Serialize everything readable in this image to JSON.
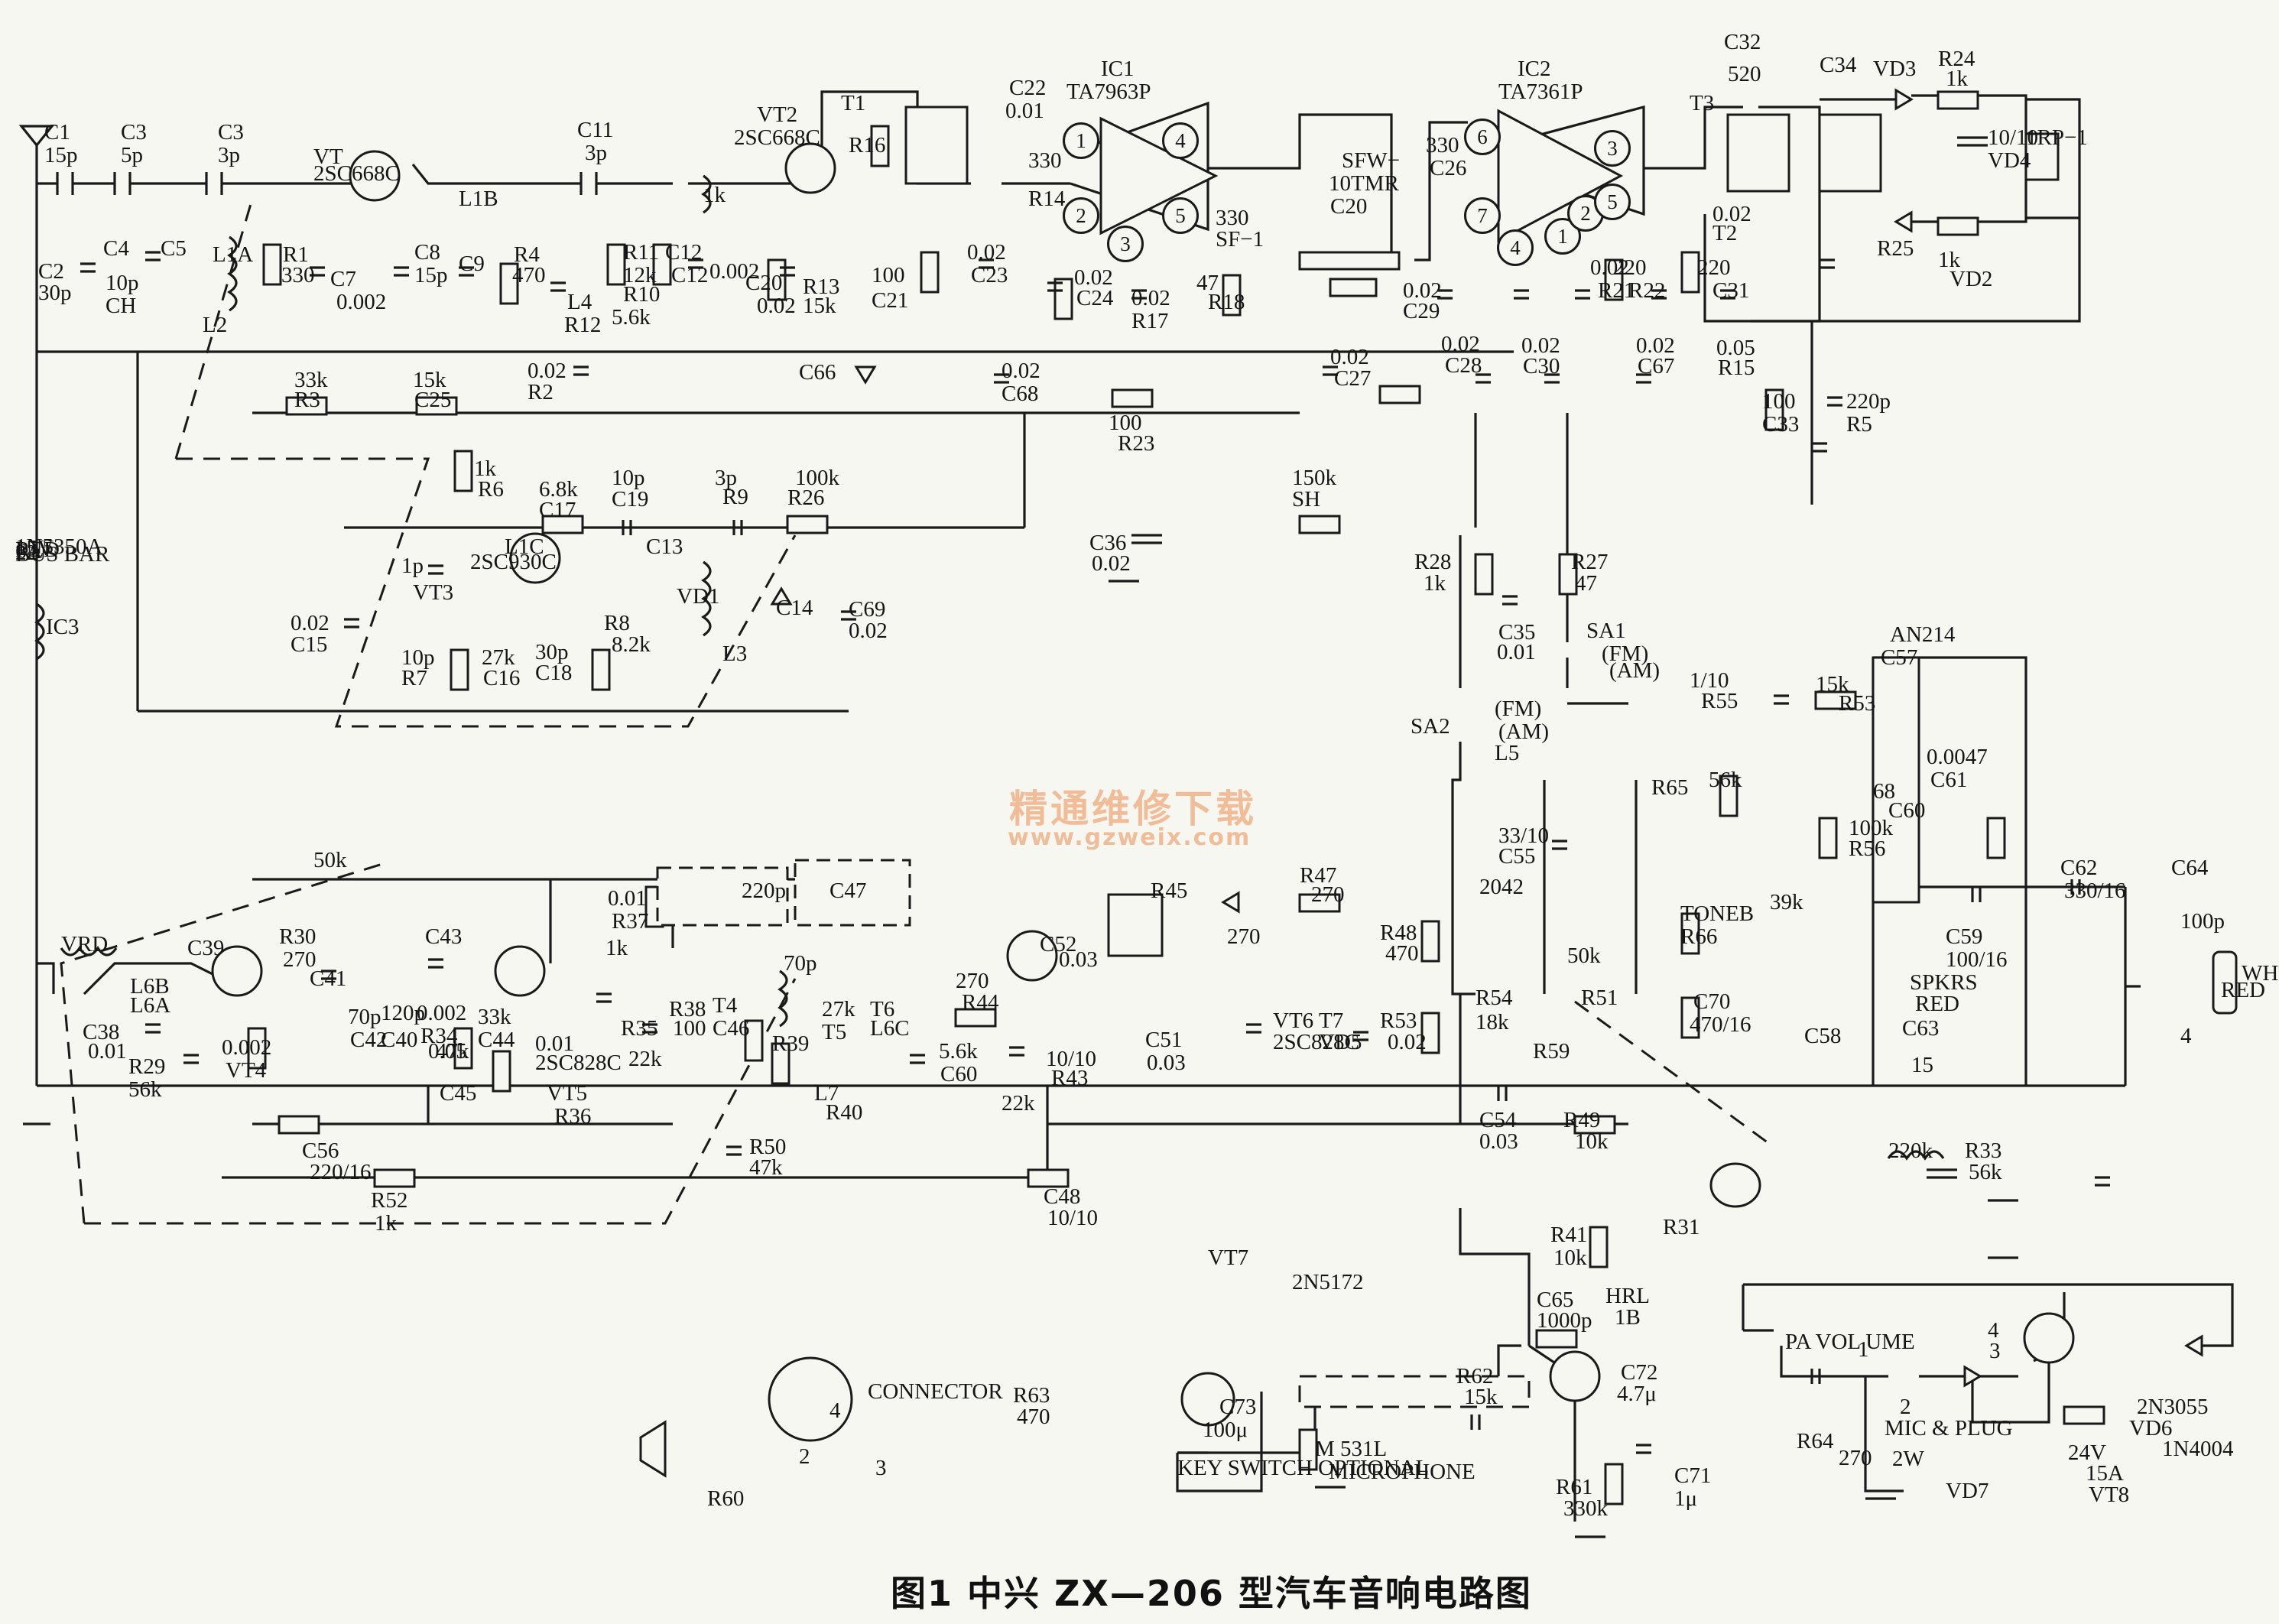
{
  "caption": "图1 中兴 ZX—206 型汽车音响电路图",
  "watermark": {
    "cn": "精通维修下载",
    "url": "www.gzweix.com"
  },
  "ic_pins": {
    "ic1": [
      "1",
      "2",
      "3",
      "4",
      "5"
    ],
    "ic2": [
      "6",
      "7",
      "4",
      "1",
      "2",
      "3",
      "5"
    ]
  },
  "labels": [
    "C1",
    "15p",
    "C3",
    "5p",
    "C3",
    "3p",
    "VT",
    "2SC668C",
    "L1B",
    "C11",
    "3p",
    "VT2",
    "2SC668C",
    "C22",
    "0.01",
    "IC1",
    "TA7963P",
    "IC2",
    "TA7361P",
    "C32",
    "520",
    "VD3",
    "R24",
    "1k",
    "1RP−1",
    "C2",
    "30p",
    "C4",
    "10p",
    "CH",
    "C5",
    "L1A",
    "L2",
    "R1",
    "330",
    "C7",
    "0.002",
    "C8",
    "15p",
    "C9",
    "R4",
    "470",
    "R10",
    "5.6k",
    "R11",
    "12k",
    "C12",
    "C12",
    "0.002",
    "L4",
    "R12",
    "1k",
    "C20",
    "0.02",
    "R13",
    "15k",
    "T1",
    "R16",
    "330",
    "R14",
    "100",
    "C21",
    "0.02",
    "C23",
    "0.02",
    "C24",
    "0.02",
    "R17",
    "47",
    "R18",
    "330",
    "SF−1",
    "SFW−",
    "10TMR",
    "C20",
    "330",
    "C26",
    "0.02",
    "C29",
    "0.02",
    "R21",
    "220",
    "R22",
    "220",
    "C31",
    "0.02",
    "T2",
    "T3",
    "C34",
    "10/10",
    "VD4",
    "R25",
    "1k",
    "VD2",
    "C66",
    "0.02",
    "C68",
    "0.02",
    "R2",
    "33k",
    "R3",
    "15k",
    "C25",
    "0.02",
    "C27",
    "0.02",
    "C28",
    "0.02",
    "C30",
    "0.02",
    "C67",
    "0.05",
    "R15",
    "100",
    "R23",
    "100",
    "C33",
    "220p",
    "R5",
    "1k",
    "R6",
    "6.8k",
    "C17",
    "10p",
    "C19",
    "3p",
    "R9",
    "100k",
    "R26",
    "150k",
    "SH",
    "C13",
    "1p",
    "VT3",
    "2SC930C",
    "L1C",
    "VD1",
    "C14",
    "0.02",
    "C15",
    "10p",
    "R7",
    "27k",
    "C16",
    "30p",
    "C18",
    "R8",
    "8.2k",
    "L3",
    "C69",
    "0.02",
    "C36",
    "0.02",
    "R28",
    "1k",
    "R27",
    "47",
    "C35",
    "0.01",
    "SA1",
    "(FM)",
    "(AM)",
    "SA2",
    "(FM)",
    "(AM)",
    "L5",
    "IC3",
    "AN214",
    "C57",
    "1/10",
    "R55",
    "15k",
    "R53",
    "56k",
    "R65",
    "100k",
    "R56",
    "68",
    "C60",
    "0.0047",
    "C61",
    "33/10",
    "C55",
    "2042",
    "TONEB",
    "R66",
    "39k",
    "C58",
    "C59",
    "100/16",
    "C62",
    "330/16",
    "C64",
    "100p",
    "WHT",
    "RED",
    "4",
    "SPKRS",
    "RED",
    "C63",
    "15",
    "C70",
    "470/16",
    "R54",
    "18k",
    "R51",
    "50k",
    "R59",
    "50k",
    "VRD",
    "L6B",
    "L6A",
    "C38",
    "0.01",
    "R29",
    "56k",
    "C39",
    "0.002",
    "VT4",
    "R30",
    "270",
    "C41",
    "70p",
    "C42",
    "120p",
    "C40",
    "0.05",
    "C43",
    "0.002",
    "R34",
    "33k",
    "C44",
    "0.01",
    "2SC828C",
    "VT5",
    "R36",
    "47k",
    "C45",
    "0.01",
    "R37",
    "1k",
    "R35",
    "22k",
    "R38",
    "100",
    "T4",
    "C46",
    "220p",
    "C47",
    "70p",
    "R39",
    "27k",
    "T5",
    "T6",
    "L6C",
    "L7",
    "R40",
    "270",
    "R44",
    "5.6k",
    "C60",
    "10/10",
    "R43",
    "22k",
    "C51",
    "0.03",
    "C52",
    "0.03",
    "R45",
    "270",
    "R47",
    "270",
    "VT6",
    "2SC828C",
    "T7",
    "VD5",
    "R48",
    "470",
    "R53",
    "0.02",
    "C54",
    "0.03",
    "R49",
    "10k",
    "R50",
    "47k",
    "C56",
    "220/16",
    "R52",
    "1k",
    "C48",
    "10/10",
    "R31",
    "220k",
    "R33",
    "56k",
    "R41",
    "10k",
    "HRL",
    "1B",
    "C65",
    "1000p",
    "R62",
    "15k",
    "C72",
    "4.7μ",
    "R61",
    "330k",
    "C71",
    "1μ",
    "VT7",
    "2N5172",
    "R63",
    "470",
    "C73",
    "100μ",
    "KEY SWITCH OPTIONAL",
    "M 531L",
    "MICROPHONE",
    "CONNECTOR",
    "4",
    "2",
    "3",
    "R60",
    "PA VOL UME",
    "1",
    "4",
    "3",
    "2",
    "MIC & PLUG",
    "24V",
    "15A",
    "VT8",
    "2N3055",
    "VD6",
    "1N4004",
    "R64",
    "270",
    "2W",
    "VD7",
    "1N5350A",
    "15V",
    "RED",
    "6A",
    "22",
    "BUS BAR"
  ]
}
